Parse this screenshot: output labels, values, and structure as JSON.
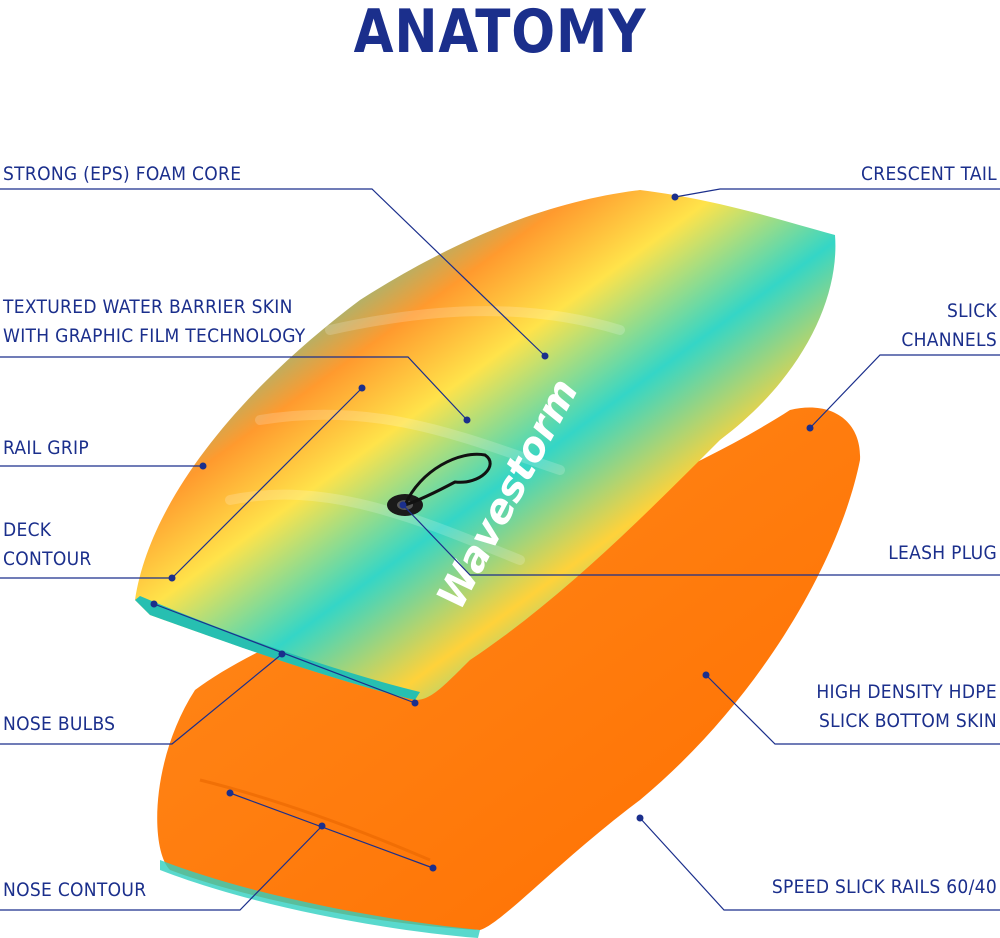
{
  "title": "ANATOMY",
  "brand_logo_text": "Wavestorm",
  "colors": {
    "title": "#1b2f8c",
    "callout": "#1b2f8c",
    "deck_teal": "#33d8c8",
    "deck_orange": "#ff9a2e",
    "deck_yellow": "#ffe34a",
    "bottom_orange": "#ff7a10"
  },
  "labels": {
    "foam_core": "STRONG (EPS) FOAM CORE",
    "crescent_tail": "CRESCENT TAIL",
    "textured_skin_1": "TEXTURED WATER BARRIER SKIN",
    "textured_skin_2": "WITH GRAPHIC FILM TECHNOLOGY",
    "slick_channels_1": "SLICK",
    "slick_channels_2": "CHANNELS",
    "rail_grip": "RAIL GRIP",
    "deck_contour_1": "DECK",
    "deck_contour_2": "CONTOUR",
    "leash_plug": "LEASH PLUG",
    "hdpe_1": "HIGH DENSITY HDPE",
    "hdpe_2": "SLICK BOTTOM SKIN",
    "nose_bulbs": "NOSE BULBS",
    "nose_contour": "NOSE CONTOUR",
    "speed_rails": "SPEED SLICK RAILS 60/40"
  }
}
